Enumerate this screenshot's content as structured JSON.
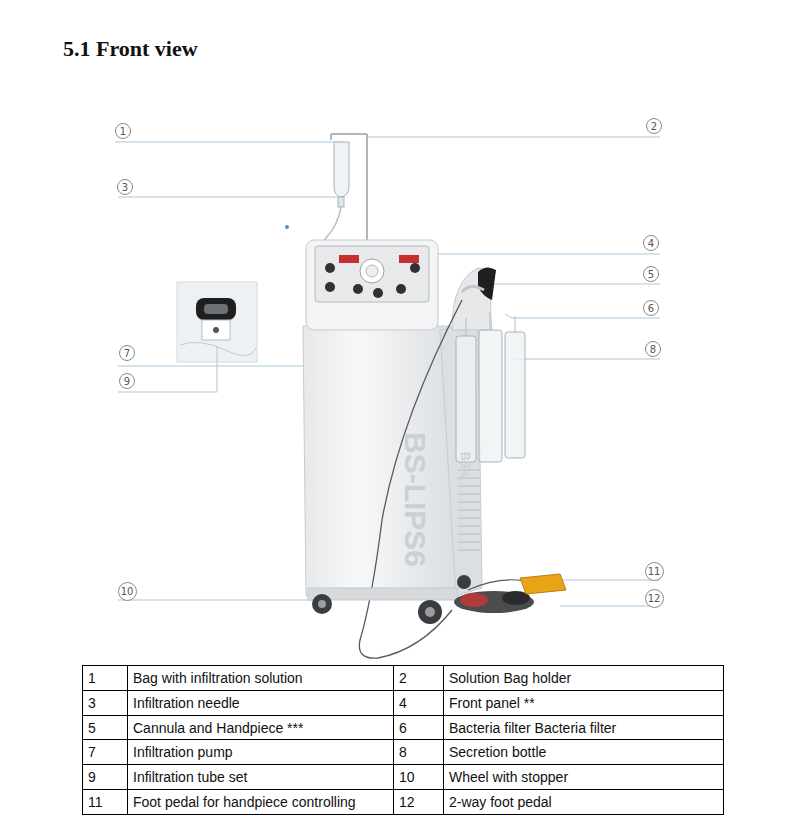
{
  "diagram": {
    "title": "5.1 Front view",
    "nodes": [
      {
        "text": [
          "1"
        ]
      },
      {
        "text": [
          "2"
        ]
      },
      {
        "text": [
          "3"
        ]
      },
      {
        "text": [
          "4"
        ]
      },
      {
        "text": [
          "5"
        ]
      },
      {
        "text": [
          "6"
        ]
      },
      {
        "text": [
          "7"
        ]
      },
      {
        "text": [
          "8"
        ]
      },
      {
        "text": [
          "9"
        ]
      },
      {
        "text": [
          "10"
        ]
      },
      {
        "text": [
          "11"
        ]
      },
      {
        "text": [
          "12"
        ]
      }
    ],
    "edges": [],
    "labels": [
      "BS-LIPS6",
      "BS-L",
      "1",
      "Bag with infiltration solution",
      "2",
      "Solution Bag holder",
      "3",
      "Infiltration needle",
      "4",
      "Front panel **",
      "5",
      "Cannula and Handpiece ***",
      "6",
      "Bacteria filter Bacteria filter",
      "7",
      "Infiltration pump",
      "8",
      "Secretion bottle",
      "9",
      "Infiltration tube set",
      "10",
      "Wheel with stopper",
      "11",
      "Foot pedal for handpiece controlling",
      "12",
      "2-way foot pedal"
    ]
  }
}
